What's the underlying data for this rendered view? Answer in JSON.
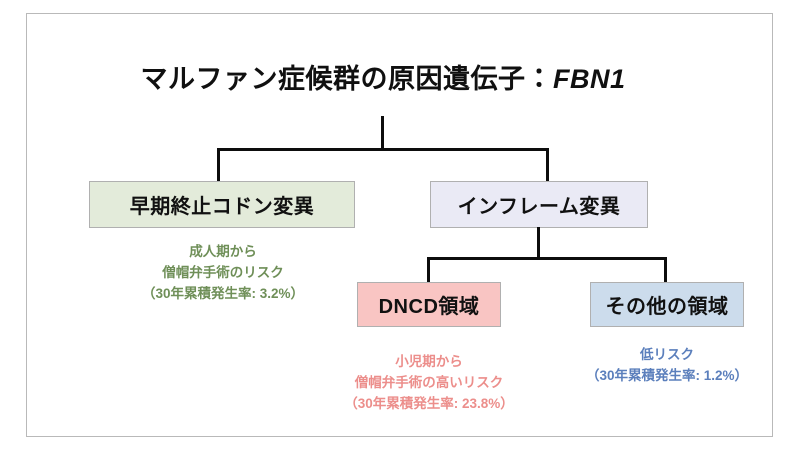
{
  "slide": {
    "title_main": "マルファン症候群の原因遺伝子：",
    "title_gene": "FBN1"
  },
  "nodes": {
    "ptc": {
      "label": "早期終止コドン変異",
      "fill": "#e3ebda",
      "border": "#b0b0b0"
    },
    "inframe": {
      "label": "インフレーム変異",
      "fill": "#eaeaf5",
      "border": "#b0b0b0"
    },
    "dncd": {
      "label": "DNCD領域",
      "fill": "#f9c5c3",
      "border": "#b0b0b0"
    },
    "other": {
      "label": "その他の領域",
      "fill": "#ccdcec",
      "border": "#b0b0b0"
    }
  },
  "notes": {
    "ptc": {
      "color": "#6f8f58",
      "line1": "成人期から",
      "line2": "僧帽弁手術のリスク",
      "line3": "（30年累積発生率: 3.2%）"
    },
    "dncd": {
      "color": "#ec8e8b",
      "line1": "小児期から",
      "line2": "僧帽弁手術の高いリスク",
      "line3": "（30年累積発生率: 23.8%）"
    },
    "other": {
      "color": "#5b7fbc",
      "line1": "低リスク",
      "line2": "（30年累積発生率: 1.2%）"
    }
  },
  "connectors": {
    "color": "#0d0d0d"
  }
}
